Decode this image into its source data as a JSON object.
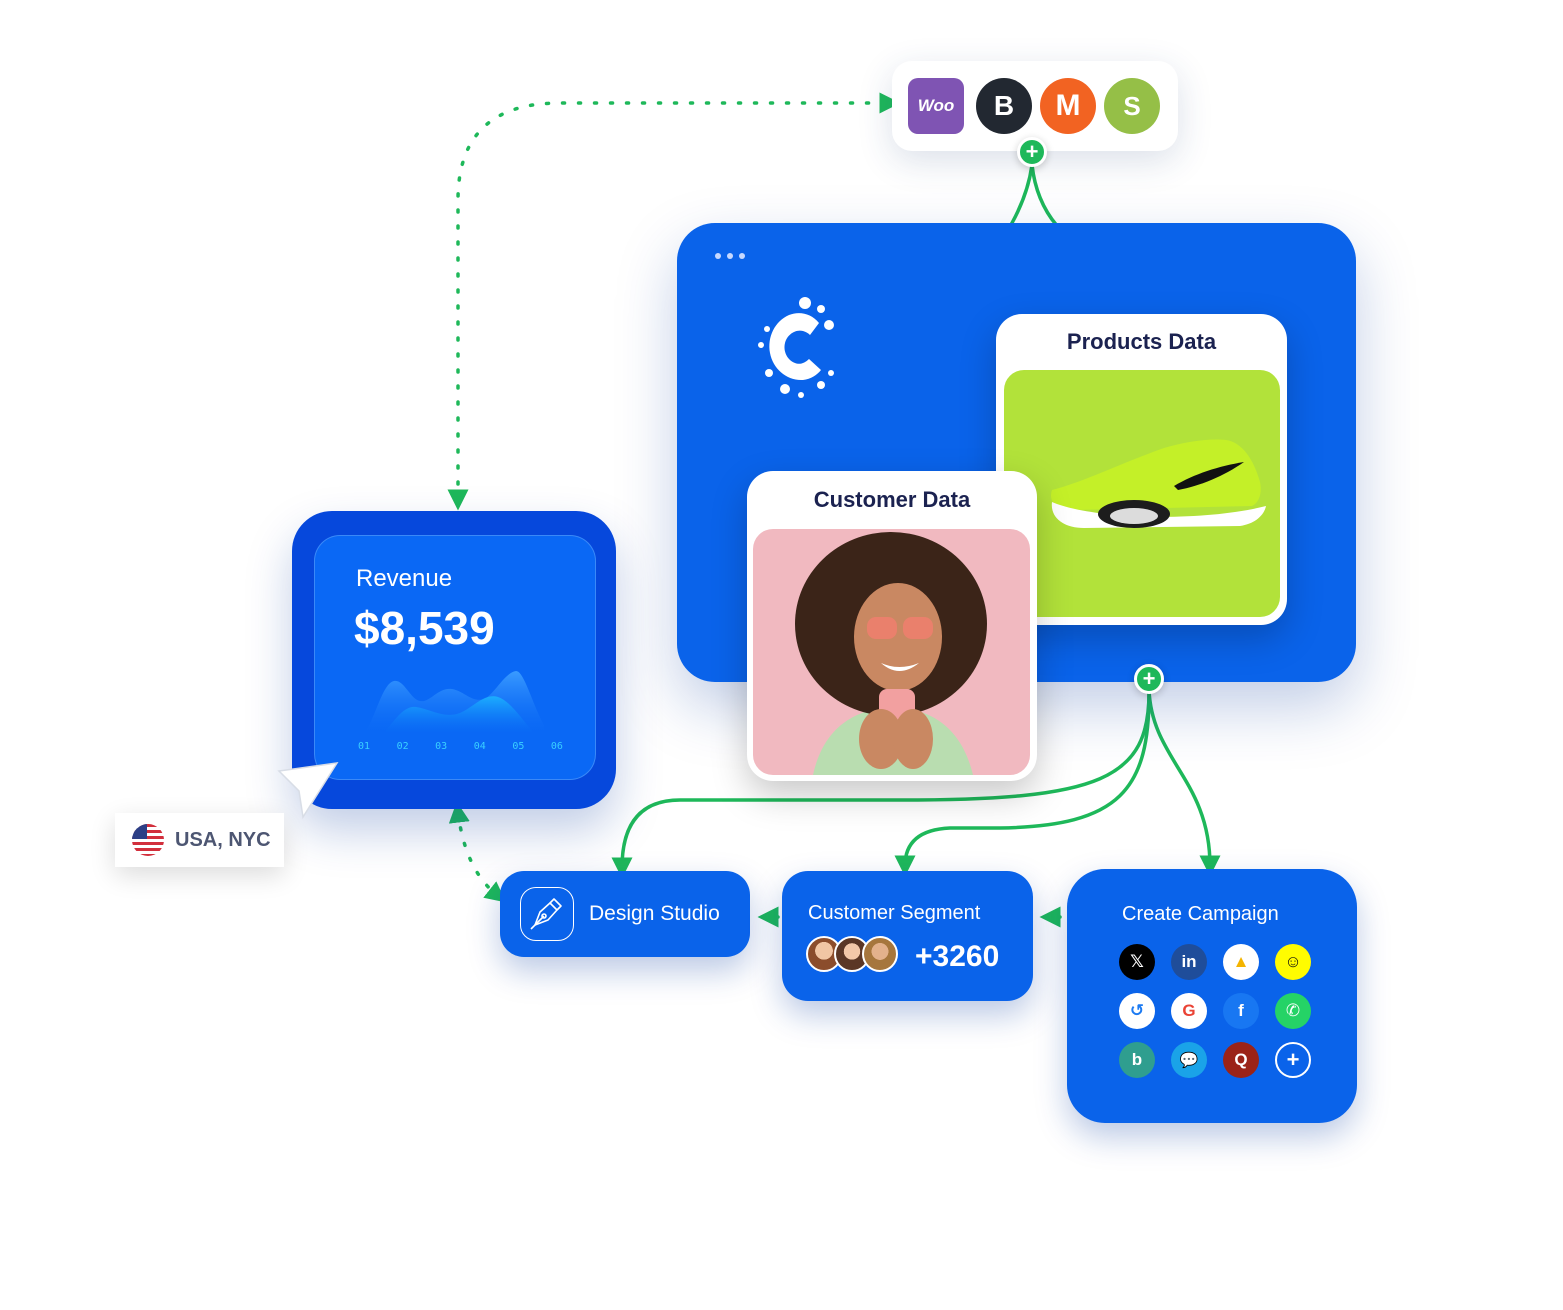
{
  "platforms": {
    "items": [
      {
        "name": "woocommerce-icon",
        "glyph": "Woo",
        "color": "#7f54b3"
      },
      {
        "name": "bigcommerce-icon",
        "glyph": "B",
        "color": "#222831"
      },
      {
        "name": "magento-icon",
        "glyph": "M",
        "color": "#f26322"
      },
      {
        "name": "shopify-icon",
        "glyph": "S",
        "color": "#95bf47"
      }
    ]
  },
  "plus_glyph": "+",
  "cards": {
    "products_title": "Products Data",
    "customer_title": "Customer Data"
  },
  "revenue": {
    "label": "Revenue",
    "value": "$8,539",
    "ticks": [
      "01",
      "02",
      "03",
      "04",
      "05",
      "06"
    ]
  },
  "location": {
    "text": "USA, NYC"
  },
  "design_studio": {
    "label": "Design Studio"
  },
  "segment": {
    "label": "Customer Segment",
    "count": "+3260"
  },
  "campaign": {
    "label": "Create Campaign",
    "channels": [
      {
        "name": "x-icon",
        "glyph": "𝕏",
        "bg": "#000000",
        "fg": "#ffffff"
      },
      {
        "name": "linkedin-icon",
        "glyph": "in",
        "bg": "#1f4d9a",
        "fg": "#ffffff"
      },
      {
        "name": "google-ads-icon",
        "glyph": "▲",
        "bg": "#ffffff",
        "fg": "#f4b400"
      },
      {
        "name": "snapchat-icon",
        "glyph": "☺",
        "bg": "#fffc00",
        "fg": "#111111"
      },
      {
        "name": "adroll-icon",
        "glyph": "↺",
        "bg": "#ffffff",
        "fg": "#1d7bf2"
      },
      {
        "name": "google-icon",
        "glyph": "G",
        "bg": "#ffffff",
        "fg": "#ea4335"
      },
      {
        "name": "facebook-icon",
        "glyph": "f",
        "bg": "#1877f2",
        "fg": "#ffffff"
      },
      {
        "name": "whatsapp-icon",
        "glyph": "✆",
        "bg": "#25d366",
        "fg": "#ffffff"
      },
      {
        "name": "bing-icon",
        "glyph": "b",
        "bg": "#2f9e8f",
        "fg": "#ffffff"
      },
      {
        "name": "messaging-icon",
        "glyph": "💬",
        "bg": "#1aa3e8",
        "fg": "#ffffff"
      },
      {
        "name": "quora-icon",
        "glyph": "Q",
        "bg": "#9b2317",
        "fg": "#ffffff"
      },
      {
        "name": "add-channel-icon",
        "glyph": "+",
        "bg": "#0a63ea",
        "fg": "#ffffff"
      }
    ]
  },
  "colors": {
    "primary_blue": "#0a63ea",
    "dark_blue": "#0648dc",
    "connector_green": "#1eb85a",
    "title_navy": "#1b2250"
  }
}
